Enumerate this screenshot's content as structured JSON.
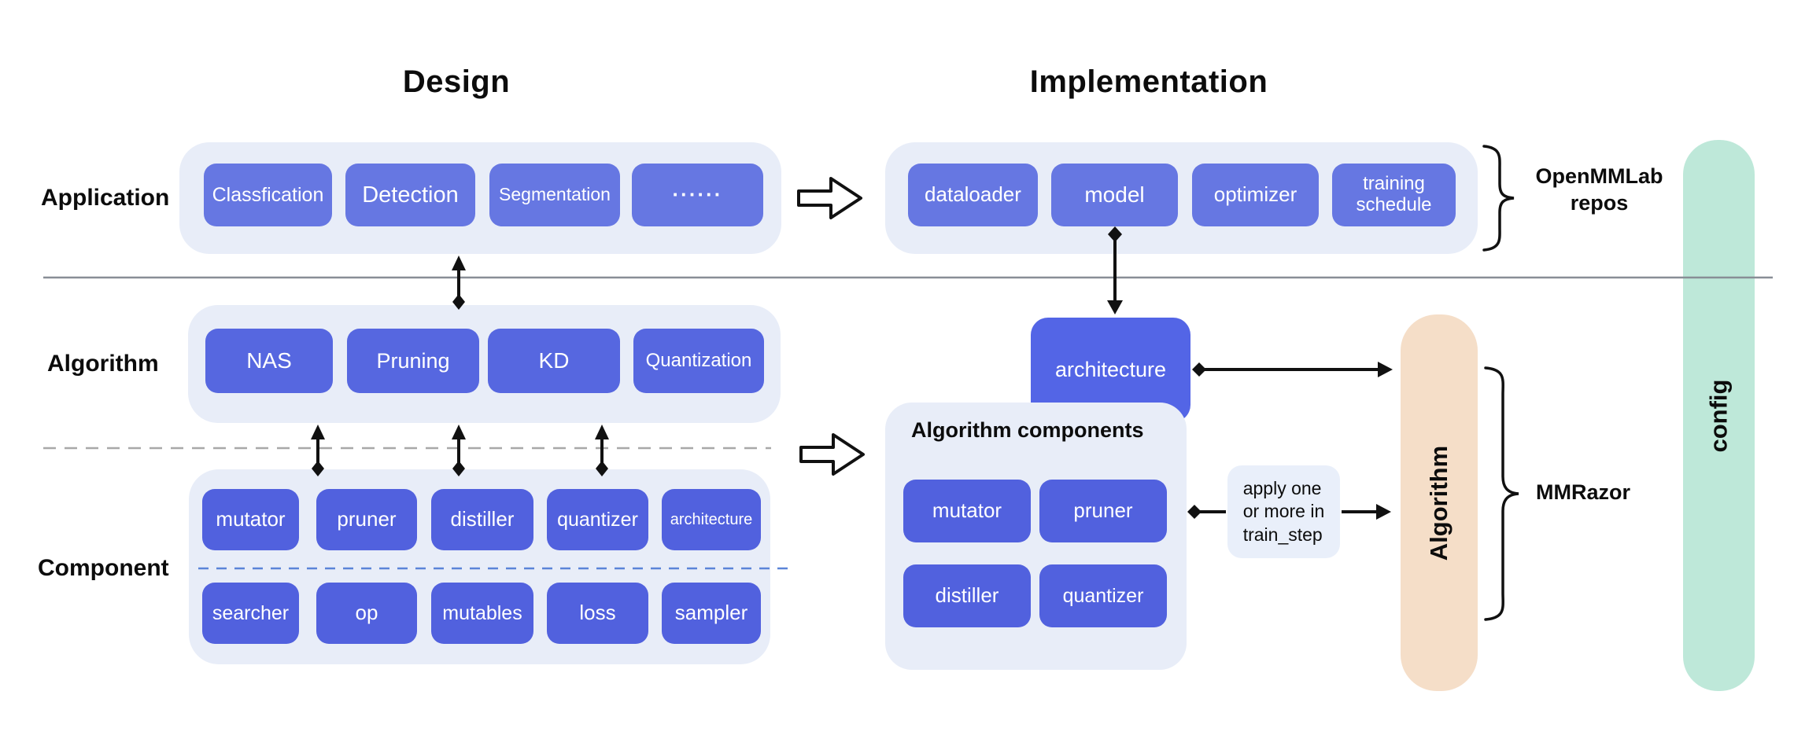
{
  "titles": {
    "design": "Design",
    "implementation": "Implementation"
  },
  "row_labels": {
    "application": "Application",
    "algorithm": "Algorithm",
    "component": "Component"
  },
  "design": {
    "application_items": [
      "Classfication",
      "Detection",
      "Segmentation",
      "······"
    ],
    "algorithm_items": [
      "NAS",
      "Pruning",
      "KD",
      "Quantization"
    ],
    "component_row1": [
      "mutator",
      "pruner",
      "distiller",
      "quantizer",
      "architecture"
    ],
    "component_row2": [
      "searcher",
      "op",
      "mutables",
      "loss",
      "sampler"
    ]
  },
  "implementation": {
    "application_items": [
      "dataloader",
      "model",
      "optimizer",
      "training schedule"
    ],
    "architecture_box": "architecture",
    "components_panel": {
      "title": "Algorithm components",
      "items": [
        "mutator",
        "pruner",
        "distiller",
        "quantizer"
      ]
    },
    "apply_note": "apply one\nor more in\ntrain_step",
    "algorithm_pillar": "Algorithm",
    "config_pillar": "config"
  },
  "annotations": {
    "openmmlab": "OpenMMLab\nrepos",
    "mmrazor": "MMRazor"
  },
  "colors": {
    "button_blue": "#6677E2",
    "button_indigo": "#5161DE",
    "panel_blue": "#E8EDF8",
    "pillar_peach": "#F5DEC8",
    "pillar_teal": "#BEE8D9",
    "dashed_blue": "#5B84D8",
    "divider_gray": "#888E96",
    "connector_black": "#111111"
  }
}
